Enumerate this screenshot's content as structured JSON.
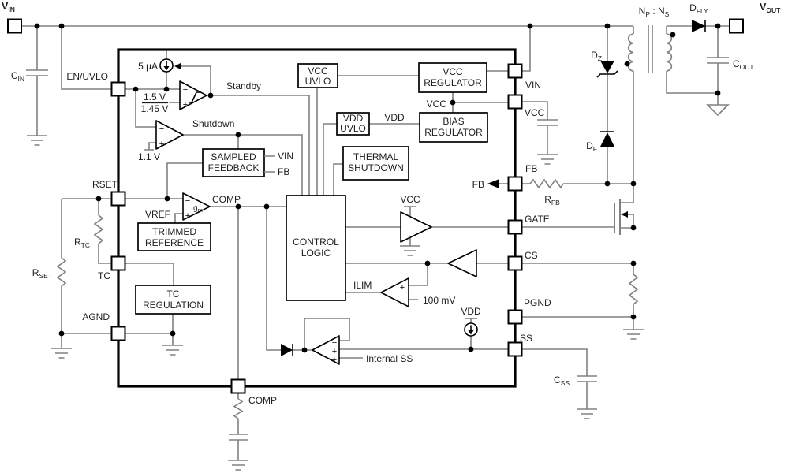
{
  "colors": {
    "wire": "#808080",
    "ink": "#000000",
    "background": "#ffffff"
  },
  "terminals": {
    "vin": {
      "name": "V",
      "sub": "IN"
    },
    "vout": {
      "name": "V",
      "sub": "OUT"
    }
  },
  "pins": {
    "en_uvlo": "EN/UVLO",
    "rset": "RSET",
    "tc": "TC",
    "agnd": "AGND",
    "comp": "COMP",
    "vin": "VIN",
    "vcc": "VCC",
    "fb": "FB",
    "gate": "GATE",
    "cs": "CS",
    "pgnd": "PGND",
    "ss": "SS"
  },
  "blocks": {
    "vcc_uvlo": {
      "line1": "VCC",
      "line2": "UVLO"
    },
    "vcc_regulator": {
      "line1": "VCC",
      "line2": "REGULATOR"
    },
    "vdd_uvlo": {
      "line1": "VDD",
      "line2": "UVLO"
    },
    "bias_regulator": {
      "line1": "BIAS",
      "line2": "REGULATOR"
    },
    "thermal_shutdown": {
      "line1": "THERMAL",
      "line2": "SHUTDOWN"
    },
    "sampled_feedback": {
      "line1": "SAMPLED",
      "line2": "FEEDBACK"
    },
    "trimmed_reference": {
      "line1": "TRIMMED",
      "line2": "REFERENCE"
    },
    "tc_regulation": {
      "line1": "TC",
      "line2": "REGULATION"
    },
    "control_logic": {
      "line1": "CONTROL",
      "line2": "LOGIC"
    }
  },
  "signals": {
    "standby": "Standby",
    "shutdown": "Shutdown",
    "bias_current": "5 µA",
    "uvlo_rising": "1.5 V",
    "uvlo_falling": "1.45 V",
    "shutdown_threshold": "1.1 V",
    "vref": "VREF",
    "comp": "COMP",
    "sf_vin": "VIN",
    "sf_fb": "FB",
    "fb_arrow": "FB",
    "vcc_node": "VCC",
    "vdd_node": "VDD",
    "driver_rail": "VCC",
    "ss_rail": "VDD",
    "ilim": "ILIM",
    "ilim_threshold": "100 mV",
    "internal_ss": "Internal SS"
  },
  "components": {
    "c_in": {
      "name": "C",
      "sub": "IN"
    },
    "r_tc": {
      "name": "R",
      "sub": "TC"
    },
    "r_set": {
      "name": "R",
      "sub": "SET"
    },
    "r_fb": {
      "name": "R",
      "sub": "FB"
    },
    "c_ss": {
      "name": "C",
      "sub": "SS"
    },
    "c_out": {
      "name": "C",
      "sub": "OUT"
    },
    "d_z": {
      "name": "D",
      "sub": "Z"
    },
    "d_f": {
      "name": "D",
      "sub": "F"
    },
    "d_fly": {
      "name": "D",
      "sub": "FLY"
    },
    "transformer": {
      "p_name": "N",
      "p_sub": "P",
      "separator": " : ",
      "s_name": "N",
      "s_sub": "S"
    },
    "gm_amp": {
      "name": "g",
      "sub": "m"
    }
  },
  "signs": {
    "minus": "−",
    "plus": "+"
  }
}
